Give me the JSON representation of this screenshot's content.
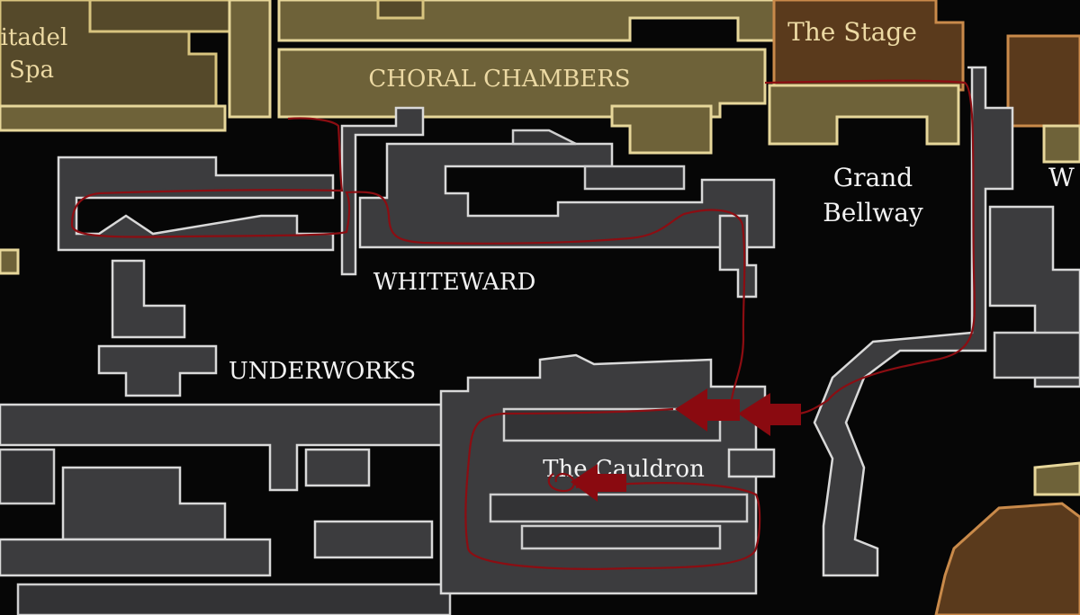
{
  "map": {
    "labels": {
      "citadel_spa_line1": "Citadel",
      "citadel_spa_line2": "Spa",
      "choral_chambers": "CHORAL CHAMBERS",
      "the_stage": "The Stage",
      "grand_bellway_line1": "Grand",
      "grand_bellway_line2": "Bellway",
      "edge_label": "W",
      "whiteward": "WHITEWARD",
      "underworks": "UNDERWORKS",
      "the_cauldron": "The Cauldron"
    },
    "colors": {
      "background": "#060606",
      "region_gold": "#6e6239",
      "region_gold_outline": "#e7d79a",
      "region_orange": "#5a3a1c",
      "room_fill": "#3c3c3e",
      "room_outline": "#d9d9d9",
      "route_annotation": "#8c0d12",
      "arrow_annotation": "#8a0a10"
    },
    "icons": {
      "route": "hand-drawn-route-line",
      "arrow": "left-arrow-icon"
    }
  }
}
